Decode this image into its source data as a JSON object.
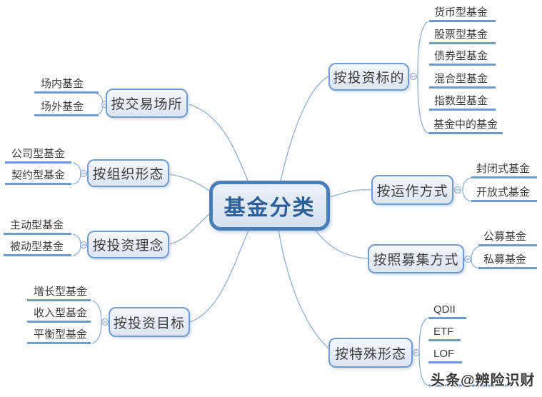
{
  "title": "基金分类",
  "watermark": "头条@辨险识财",
  "branches": [
    {
      "label": "按交易场所",
      "children": [
        "场内基金",
        "场外基金"
      ]
    },
    {
      "label": "按组织形态",
      "children": [
        "公司型基金",
        "契约型基金"
      ]
    },
    {
      "label": "按投资理念",
      "children": [
        "主动型基金",
        "被动型基金"
      ]
    },
    {
      "label": "按投资目标",
      "children": [
        "增长型基金",
        "收入型基金",
        "平衡型基金"
      ]
    },
    {
      "label": "按投资标的",
      "children": [
        "货币型基金",
        "股票型基金",
        "债券型基金",
        "混合型基金",
        "指数型基金",
        "基金中的基金"
      ]
    },
    {
      "label": "按运作方式",
      "children": [
        "封闭式基金",
        "开放式基金"
      ]
    },
    {
      "label": "按照募集方式",
      "children": [
        "公募基金",
        "私募基金"
      ]
    },
    {
      "label": "按特殊形态",
      "children": [
        "QDII",
        "ETF",
        "LOF"
      ]
    }
  ],
  "colors": {
    "center_border": "#4a7ebb",
    "center_fill": "#dde7f2",
    "center_text": "#2d6099",
    "branch_border": "#6f9bd1",
    "branch_fill": "#e6edf6",
    "wire": "#8fafd9",
    "underline": "#6f9bd1",
    "text": "#3d3d3d"
  }
}
